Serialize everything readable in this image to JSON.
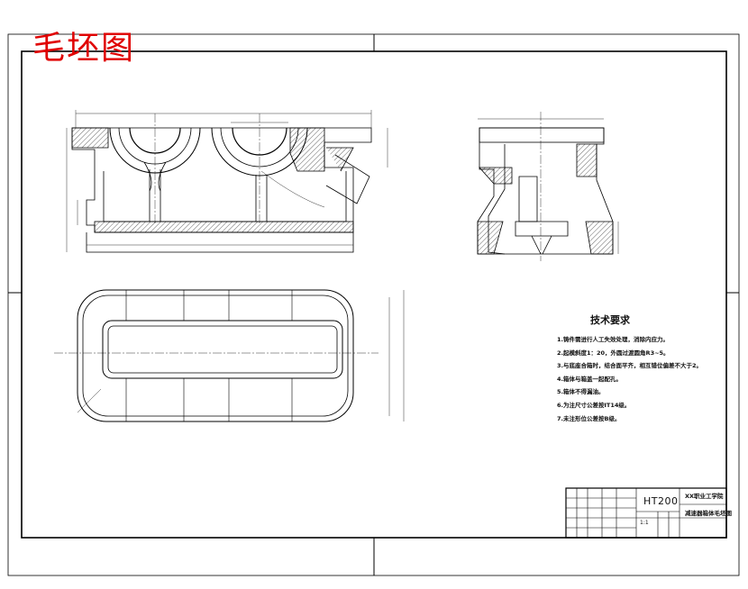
{
  "drawing": {
    "stamp_text": "毛坯图",
    "technical_requirements": {
      "title": "技术要求",
      "items": [
        "1.铸件需进行人工失效处理，消除内应力。",
        "2.起模斜度1：20，外圆过渡圆角R3~5。",
        "3.与底座合箱时，结合面平齐，相互错位偏差不大于2。",
        "4.箱体与箱盖一起配孔。",
        "5.箱体不得漏油。",
        "6.为注尺寸公差按IT14级。",
        "7.未注形位公差按B级。"
      ]
    },
    "title_block": {
      "material": "HT200",
      "school": "XX职业工学院",
      "drawing_name": "减速器箱体毛坯图",
      "scale": "1:1"
    },
    "colors": {
      "line": "#000000",
      "stamp": "#e00000",
      "hatch": "#000000"
    }
  }
}
